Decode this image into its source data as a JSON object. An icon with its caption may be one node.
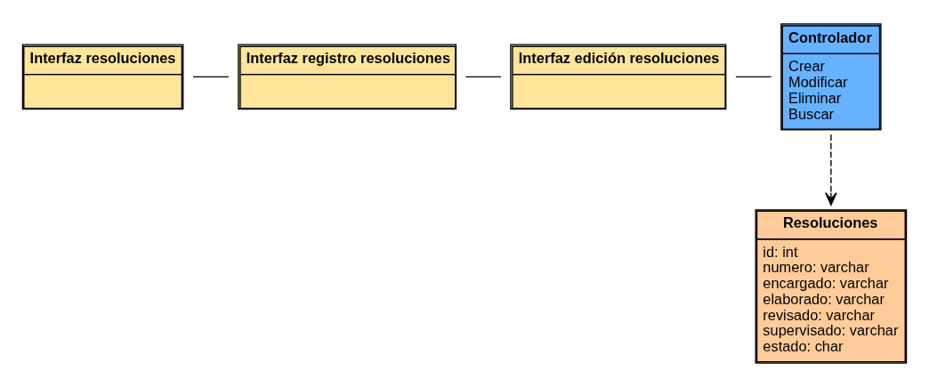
{
  "diagram": {
    "nodes": [
      {
        "text": [
          "Interfaz resoluciones"
        ]
      },
      {
        "text": [
          "Interfaz registro resoluciones"
        ]
      },
      {
        "text": [
          "Interfaz edición resoluciones"
        ]
      },
      {
        "text": [
          "Controlador",
          "Crear",
          "Modificar",
          "Eliminar",
          "Buscar"
        ]
      },
      {
        "text": [
          "Resoluciones",
          "id: int",
          "numero: varchar",
          "encargado: varchar",
          "elaborado: varchar",
          "revisado: varchar",
          "supervisado: varchar",
          "estado: char"
        ]
      }
    ],
    "edges": [
      {
        "from": 0,
        "to": 1,
        "arrow": "none"
      },
      {
        "from": 1,
        "to": 2,
        "arrow": "none"
      },
      {
        "from": 2,
        "to": 3,
        "arrow": "none"
      },
      {
        "from": 3,
        "to": 4,
        "arrow": "to",
        "style": "dashed"
      }
    ]
  }
}
